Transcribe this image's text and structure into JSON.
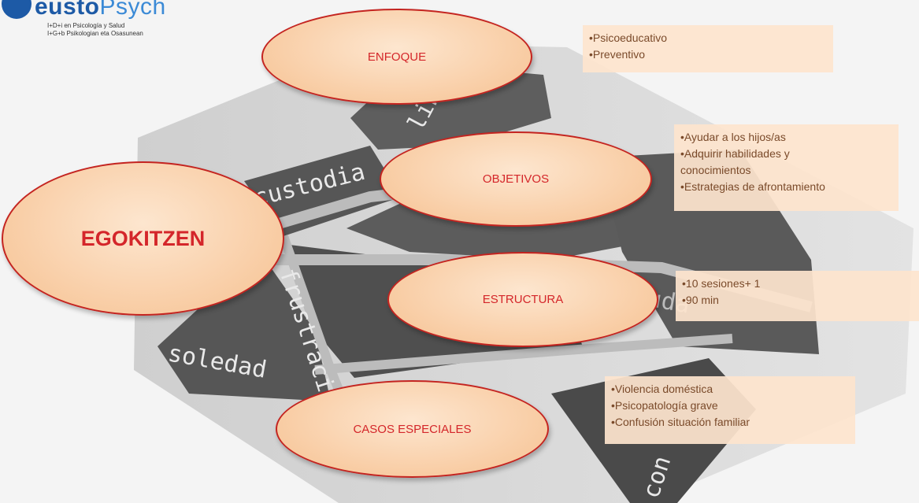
{
  "logo": {
    "name_bold": "eusto",
    "name_light": "Psych",
    "line1": "I+D+i en Psicología y Salud",
    "line2": "I+G+b Psikologian eta Osasunean"
  },
  "background_words": [
    "custodia",
    "libr",
    "frustración",
    "soledad",
    "Ayuda",
    "con"
  ],
  "center": {
    "label": "EGOKITZEN"
  },
  "nodes": [
    {
      "label": "ENFOQUE",
      "items": [
        "•Psicoeducativo",
        "•Preventivo"
      ]
    },
    {
      "label": "OBJETIVOS",
      "items": [
        "•Ayudar a los hijos/as",
        "•Adquirir habilidades y",
        "conocimientos",
        "•Estrategias de afrontamiento"
      ]
    },
    {
      "label": "ESTRUCTURA",
      "items": [
        "•10 sesiones+ 1",
        "•90 min"
      ]
    },
    {
      "label": "CASOS ESPECIALES",
      "items": [
        "•Violencia doméstica",
        "•Psicopatología grave",
        "•Confusión situación familiar"
      ]
    }
  ],
  "colors": {
    "label": "#d4262a",
    "ellipse_border": "#c42420",
    "ellipse_fill": "#f8caa0",
    "box_fill": "#fde4cd",
    "box_text": "#7a4a2a",
    "background_slab": "#555555"
  }
}
